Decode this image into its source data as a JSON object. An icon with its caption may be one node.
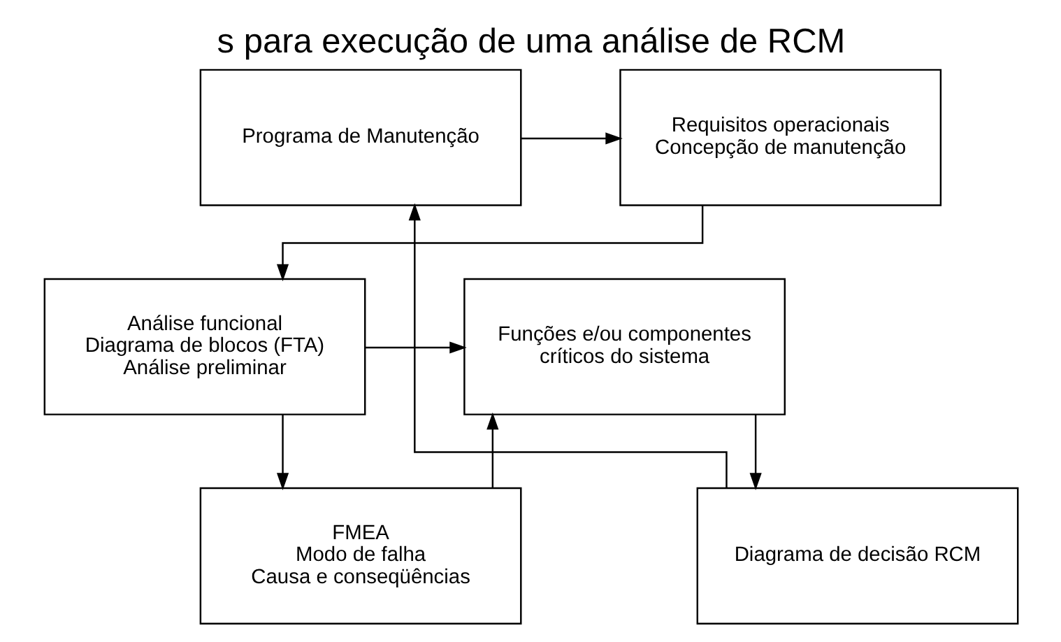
{
  "diagram": {
    "title": "s para execução de uma análise de RCM",
    "nodes": [
      {
        "text": [
          "Requisitos operacionais",
          "Concepção de manutenção"
        ]
      },
      {
        "text": [
          "Programa de Manutenção"
        ]
      },
      {
        "text": [
          "Análise funcional",
          "Diagrama de blocos (FTA)",
          "Análise preliminar"
        ]
      },
      {
        "text": [
          "Funções e/ou componentes críticos do sistema"
        ]
      },
      {
        "text": [
          "FMEA",
          "Modo de falha",
          "Causa e conseqüências"
        ]
      },
      {
        "text": [
          "Diagrama de decisão RCM"
        ]
      }
    ],
    "edges": [
      {
        "from": 1,
        "to": 0,
        "arrow": "to"
      },
      {
        "from": 0,
        "to": 2,
        "arrow": "to"
      },
      {
        "from": 2,
        "to": 3,
        "arrow": "to"
      },
      {
        "from": 2,
        "to": 4,
        "arrow": "to"
      },
      {
        "from": 4,
        "to": 3,
        "arrow": "to"
      },
      {
        "from": 3,
        "to": 5,
        "arrow": "to"
      },
      {
        "from": 5,
        "to": 1,
        "arrow": "to"
      }
    ]
  }
}
